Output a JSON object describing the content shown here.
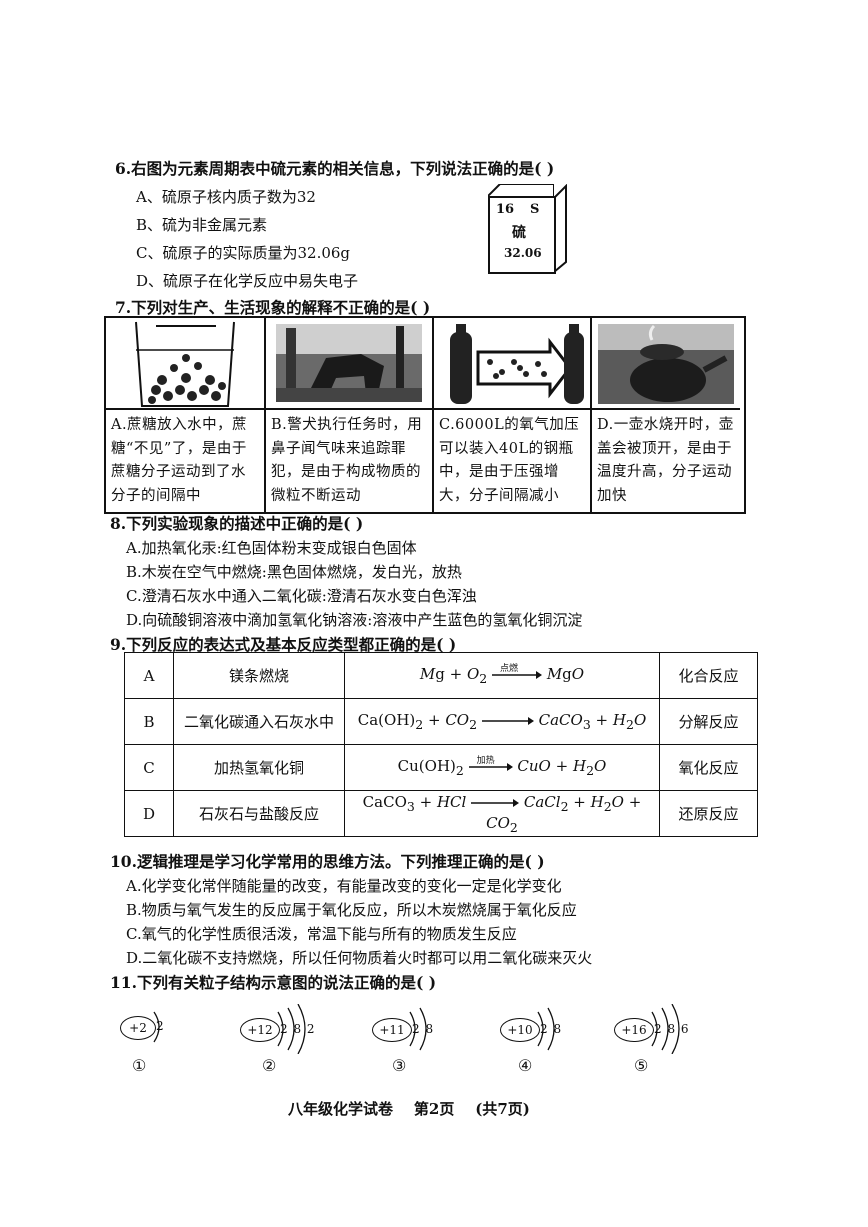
{
  "q6": {
    "stem": "6.右图为元素周期表中硫元素的相关信息，下列说法正确的是(     )",
    "options": [
      "A、硫原子核内质子数为32",
      "B、硫为非金属元素",
      "C、硫原子的实际质量为32.06g",
      "D、硫原子在化学反应中易失电子"
    ],
    "element": {
      "number": "16",
      "symbol": "S",
      "name": "硫",
      "mass": "32.06"
    }
  },
  "q7": {
    "stem": "7.下列对生产、生活现象的解释不正确的是(     )",
    "cells": [
      {
        "image": "beaker-sugar-icon",
        "text": "A.蔗糖放入水中，蔗糖“不见”了，是由于蔗糖分子运动到了水分子的间隔中"
      },
      {
        "image": "police-dog-photo",
        "text": "B.警犬执行任务时，用鼻子闻气味来追踪罪犯，是由于构成物质的微粒不断运动"
      },
      {
        "image": "gas-cylinder-icon",
        "text": "C.6000L的氧气加压可以装入40L的钢瓶中，是由于压强增大，分子间隔减小"
      },
      {
        "image": "kettle-photo",
        "text": "D.一壶水烧开时，壶盖会被顶开，是由于温度升高，分子运动加快"
      }
    ]
  },
  "q8": {
    "stem": "8.下列实验现象的描述中正确的是(     )",
    "options": [
      "A.加热氧化汞:红色固体粉末变成银白色固体",
      "B.木炭在空气中燃烧:黑色固体燃烧，发白光，放热",
      "C.澄清石灰水中通入二氧化碳:澄清石灰水变白色浑浊",
      "D.向硫酸铜溶液中滴加氢氧化钠溶液:溶液中产生蓝色的氢氧化铜沉淀"
    ]
  },
  "q9": {
    "stem": "9.下列反应的表达式及基本反应类型都正确的是(     )",
    "rows": [
      {
        "key": "A",
        "desc": "镁条燃烧",
        "type": "化合反应",
        "condition": "点燃"
      },
      {
        "key": "B",
        "desc": "二氧化碳通入石灰水中",
        "type": "分解反应",
        "condition": ""
      },
      {
        "key": "C",
        "desc": "加热氢氧化铜",
        "type": "氧化反应",
        "condition": "加热"
      },
      {
        "key": "D",
        "desc": "石灰石与盐酸反应",
        "type": "还原反应",
        "condition": ""
      }
    ]
  },
  "q10": {
    "stem": "10.逻辑推理是学习化学常用的思维方法。下列推理正确的是(     )",
    "options": [
      "A.化学变化常伴随能量的改变，有能量改变的变化一定是化学变化",
      "B.物质与氧气发生的反应属于氧化反应，所以木炭燃烧属于氧化反应",
      "C.氧气的化学性质很活泼，常温下能与所有的物质发生反应",
      "D.二氧化碳不支持燃烧，所以任何物质着火时都可以用二氧化碳来灭火"
    ]
  },
  "q11": {
    "stem": "11.下列有关粒子结构示意图的说法正确的是(     )",
    "atoms": [
      {
        "nucleus": "+2",
        "shells": "2",
        "label": "①"
      },
      {
        "nucleus": "+12",
        "shells": "2 8 2",
        "label": "②"
      },
      {
        "nucleus": "+11",
        "shells": "2 8",
        "label": "③"
      },
      {
        "nucleus": "+10",
        "shells": "2 8",
        "label": "④"
      },
      {
        "nucleus": "+16",
        "shells": "2 8 6",
        "label": "⑤"
      }
    ]
  },
  "footer": "八年级化学试卷    第2页    (共7页)"
}
